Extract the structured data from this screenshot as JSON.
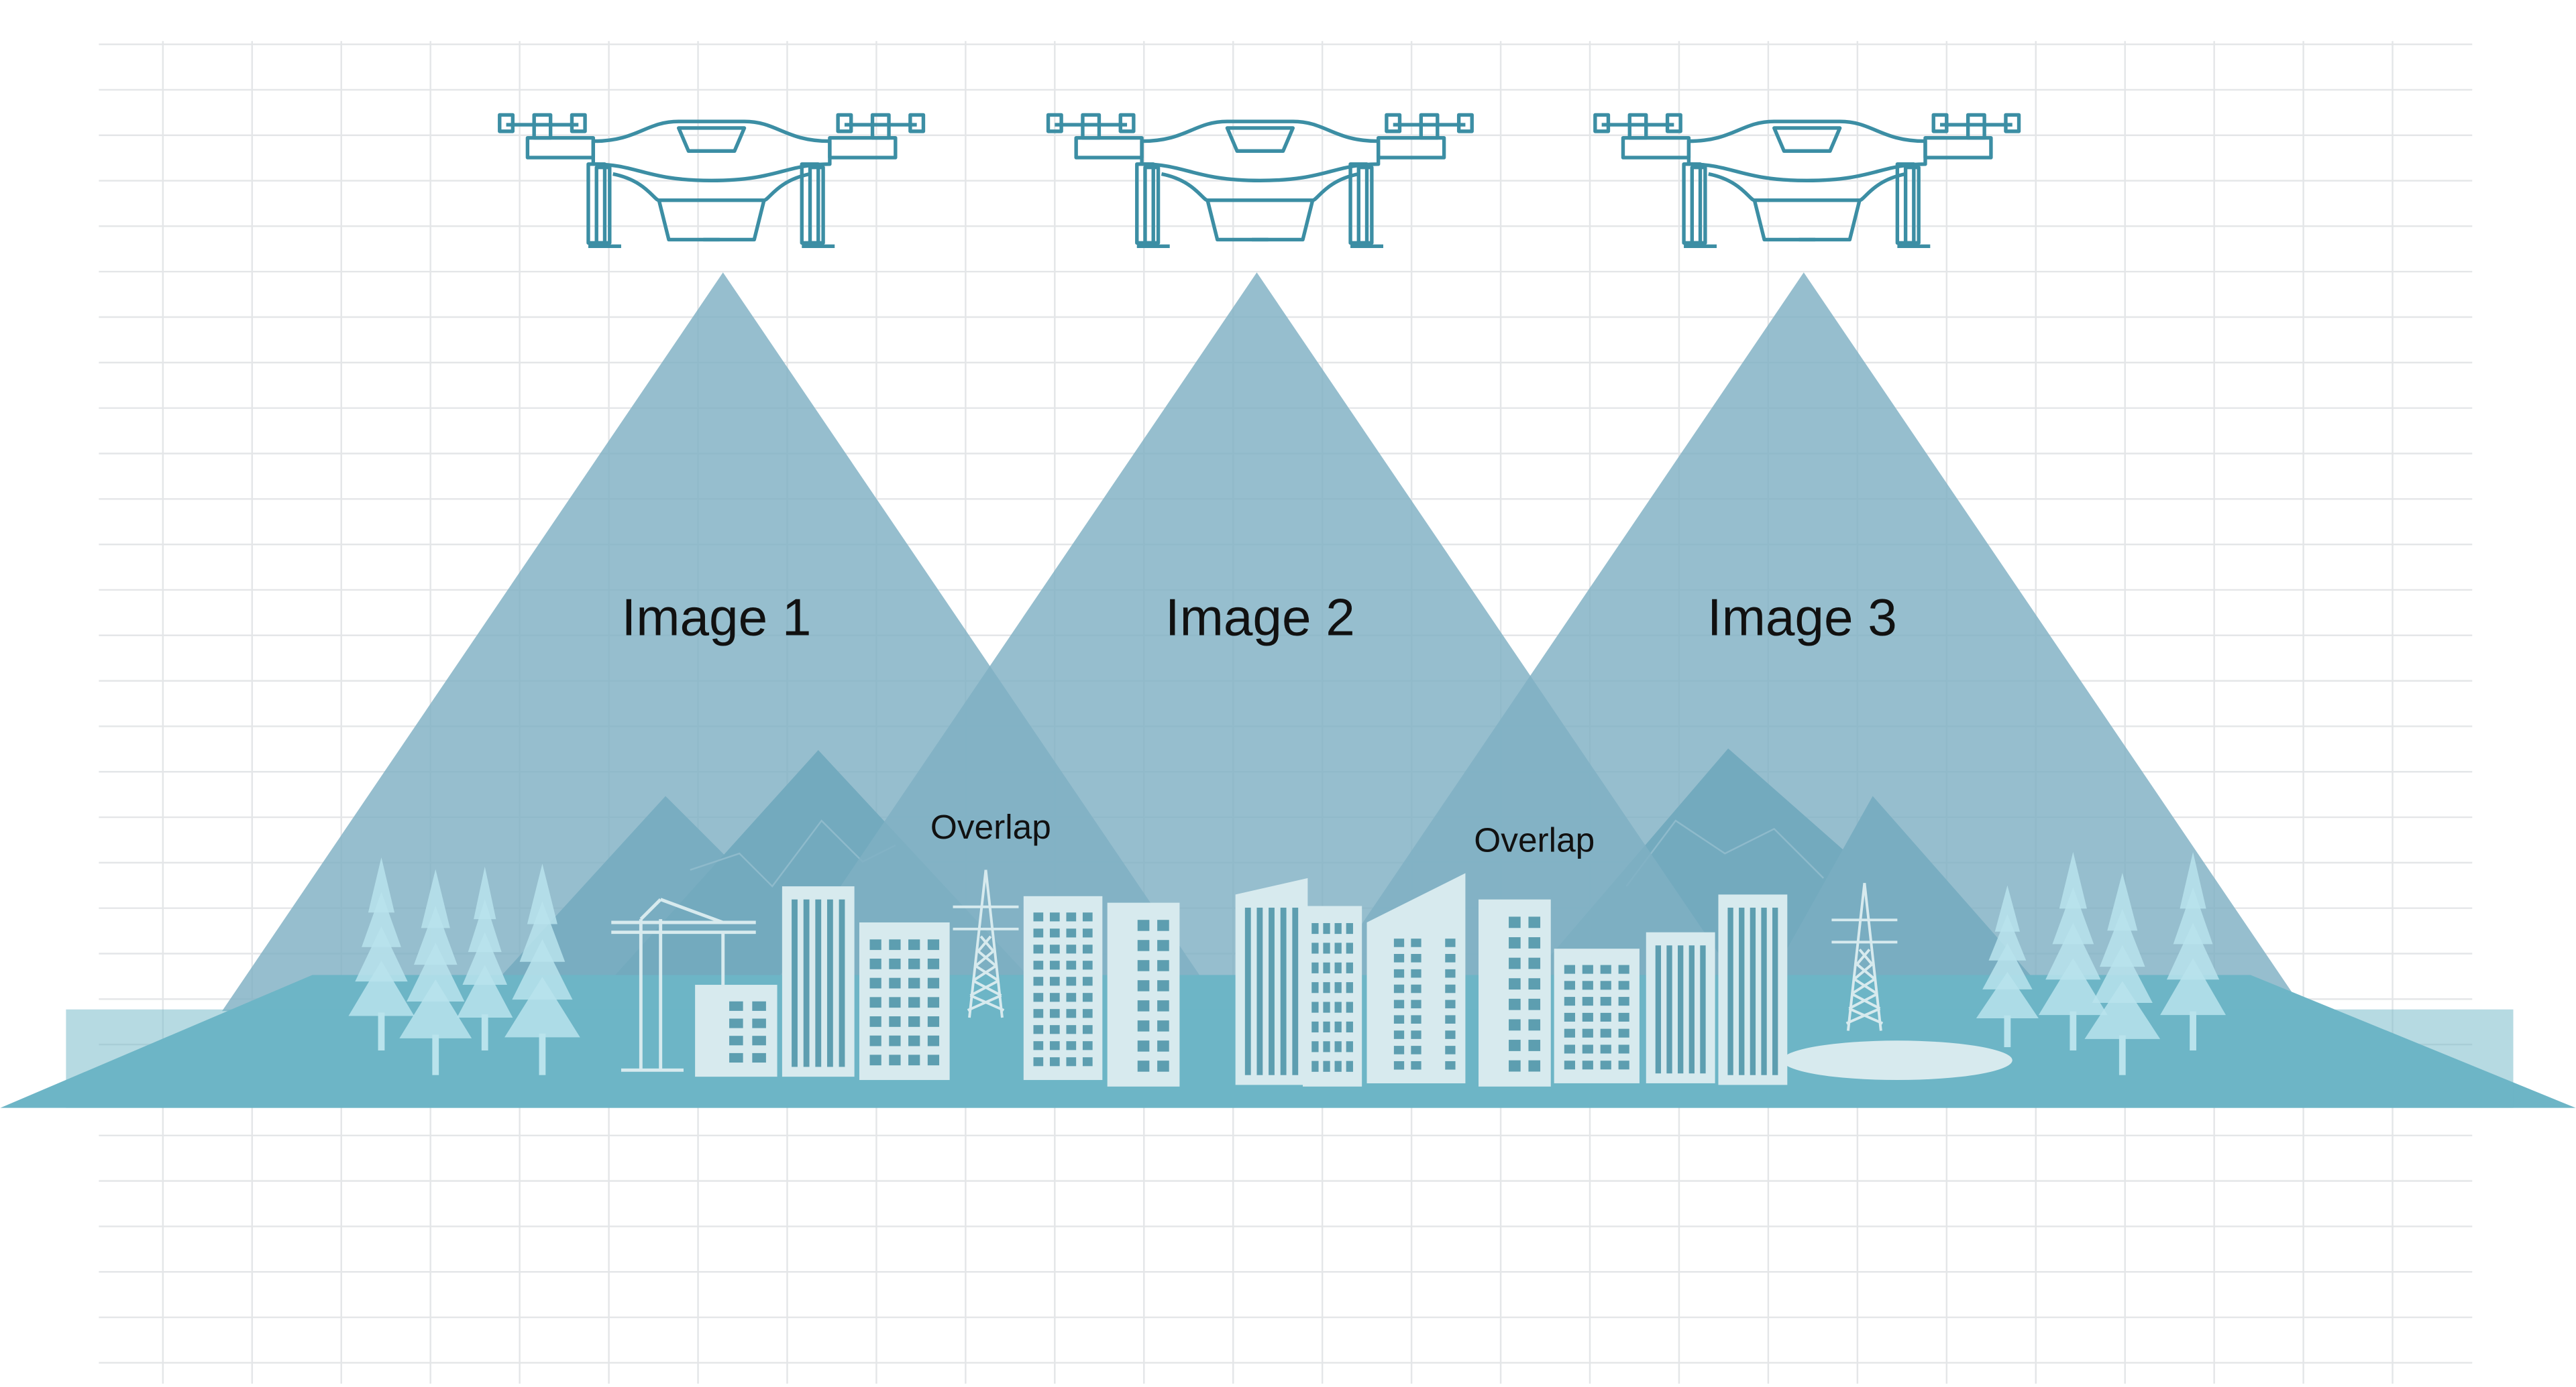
{
  "labels": {
    "image1": "Image 1",
    "image2": "Image 2",
    "image3": "Image 3",
    "overlap1": "Overlap",
    "overlap2": "Overlap"
  },
  "colors": {
    "background": "#ffffff",
    "grid": "#e4e6e8",
    "cone": "#7fb0c3",
    "ground": "#6db5c6",
    "mountain_dark": "#3f8ea6",
    "mountain_light": "#5fa3b8",
    "building": "#d7eaee",
    "window": "#5d9eb0",
    "tree": "#b9e3ec",
    "drone_stroke": "#3c8ea4",
    "text": "#111111"
  },
  "icons": [
    "drone-icon",
    "building-icon",
    "tree-icon",
    "crane-icon",
    "power-tower-icon",
    "mountain-icon"
  ]
}
